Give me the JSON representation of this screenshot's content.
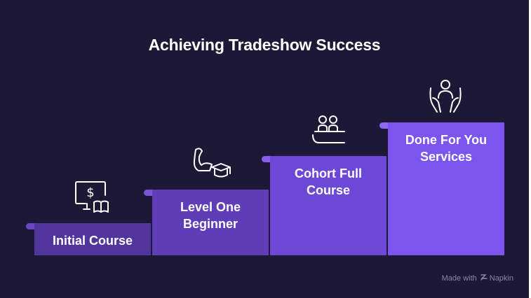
{
  "title": "Achieving Tradeshow Success",
  "steps": [
    {
      "label": "Initial Course",
      "icon": "monitor-book-icon",
      "color": "#51349c",
      "lip_color": "#6a47c0"
    },
    {
      "label": "Level One Beginner",
      "icon": "arm-graduation-cap-icon",
      "color": "#5f3db6",
      "lip_color": "#7a55d4"
    },
    {
      "label": "Cohort Full Course",
      "icon": "group-table-icon",
      "color": "#6d48d6",
      "lip_color": "#8860ea"
    },
    {
      "label": "Done For You Services",
      "icon": "hands-person-icon",
      "color": "#7b55ee",
      "lip_color": "#9068f4"
    }
  ],
  "footer": {
    "prefix": "Made with",
    "brand": "Napkin"
  }
}
